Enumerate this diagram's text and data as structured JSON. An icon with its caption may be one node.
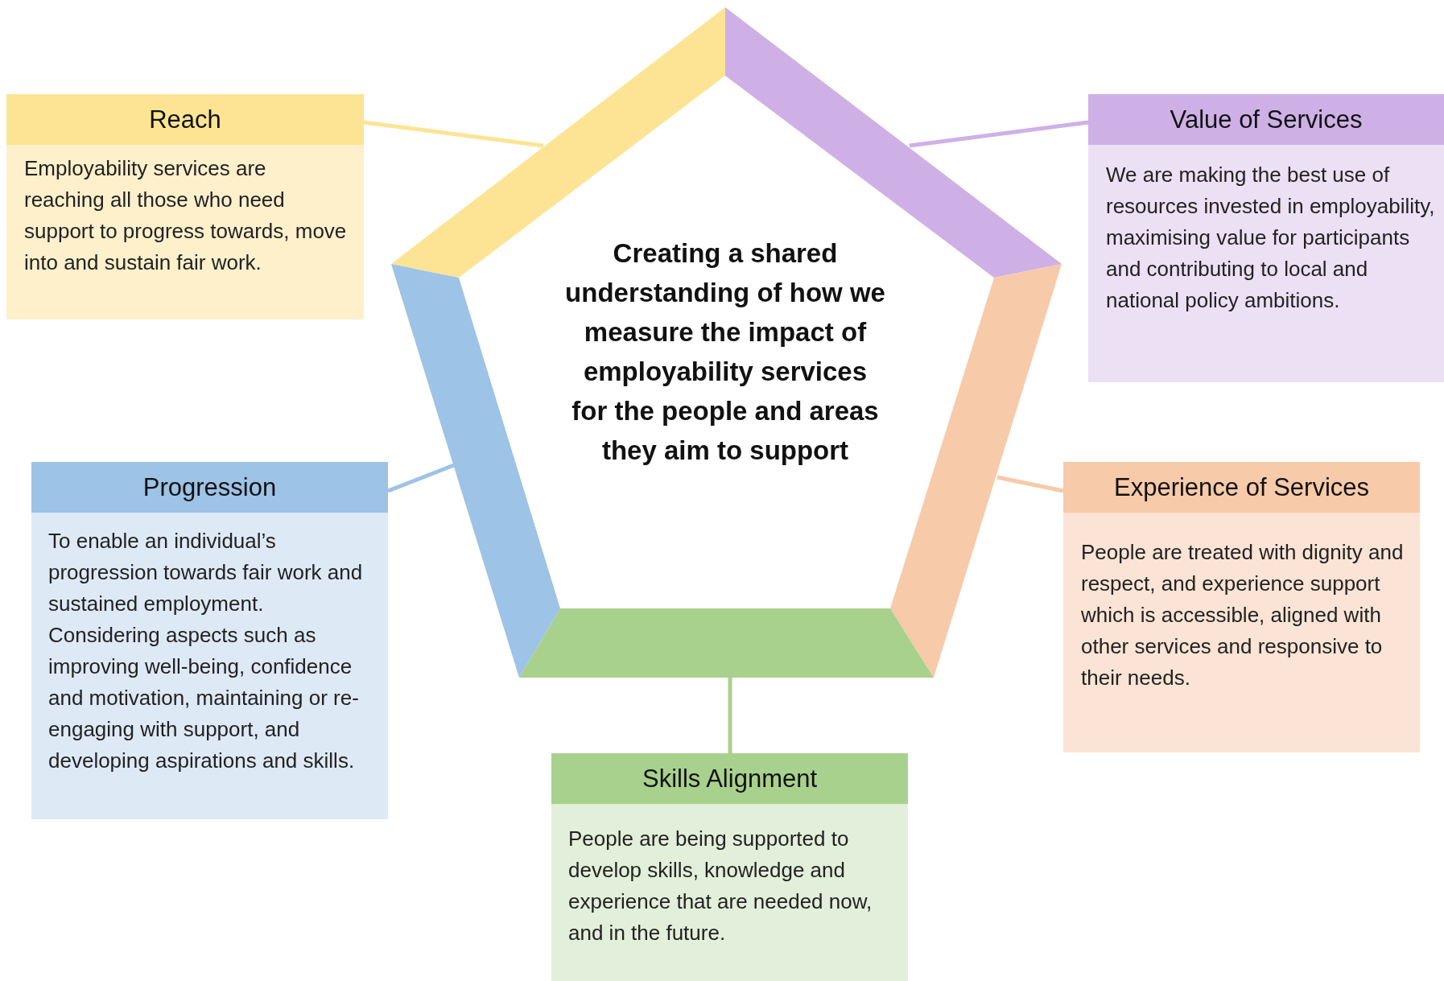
{
  "diagram": {
    "nodes": [
      {
        "text": [
          "Creating a shared understanding of how we measure the impact of employability services for the people and areas they aim to support"
        ]
      },
      {
        "text": [],
        "shape": "bar"
      },
      {
        "text": [],
        "shape": "bar"
      },
      {
        "text": [],
        "shape": "bar"
      },
      {
        "text": [],
        "shape": "bar"
      },
      {
        "text": [],
        "shape": "bar"
      },
      {
        "text": [
          "Reach",
          "Employability services are reaching all those who need support to progress towards, move into and sustain fair work."
        ]
      },
      {
        "text": [
          "Value of Services",
          "We are making the best use of resources invested in employability, maximising value for participants and contributing to local and national policy ambitions."
        ]
      },
      {
        "text": [
          "Progression",
          "To enable an individual’s progression towards fair work and sustained employment. Considering aspects such as improving well-being, confidence and motivation, maintaining or re-engaging with support, and developing aspirations and skills."
        ]
      },
      {
        "text": [
          "Experience of Services",
          "People are treated with dignity and respect, and experience support which is accessible, aligned with other services and responsive to their needs."
        ]
      },
      {
        "text": [
          "Skills Alignment",
          "People are being supported to develop skills, knowledge and experience that are needed now, and in the future."
        ]
      }
    ],
    "edges": [
      {
        "from": 6,
        "to": 1,
        "arrow": "none",
        "color": "#fde495"
      },
      {
        "from": 7,
        "to": 2,
        "arrow": "none",
        "color": "#cfb0e6"
      },
      {
        "from": 8,
        "to": 3,
        "arrow": "none",
        "color": "#9dc3e6"
      },
      {
        "from": 9,
        "to": 4,
        "arrow": "none",
        "color": "#f7caa9"
      },
      {
        "from": 10,
        "to": 5,
        "arrow": "none",
        "color": "#a9d18e"
      }
    ]
  }
}
